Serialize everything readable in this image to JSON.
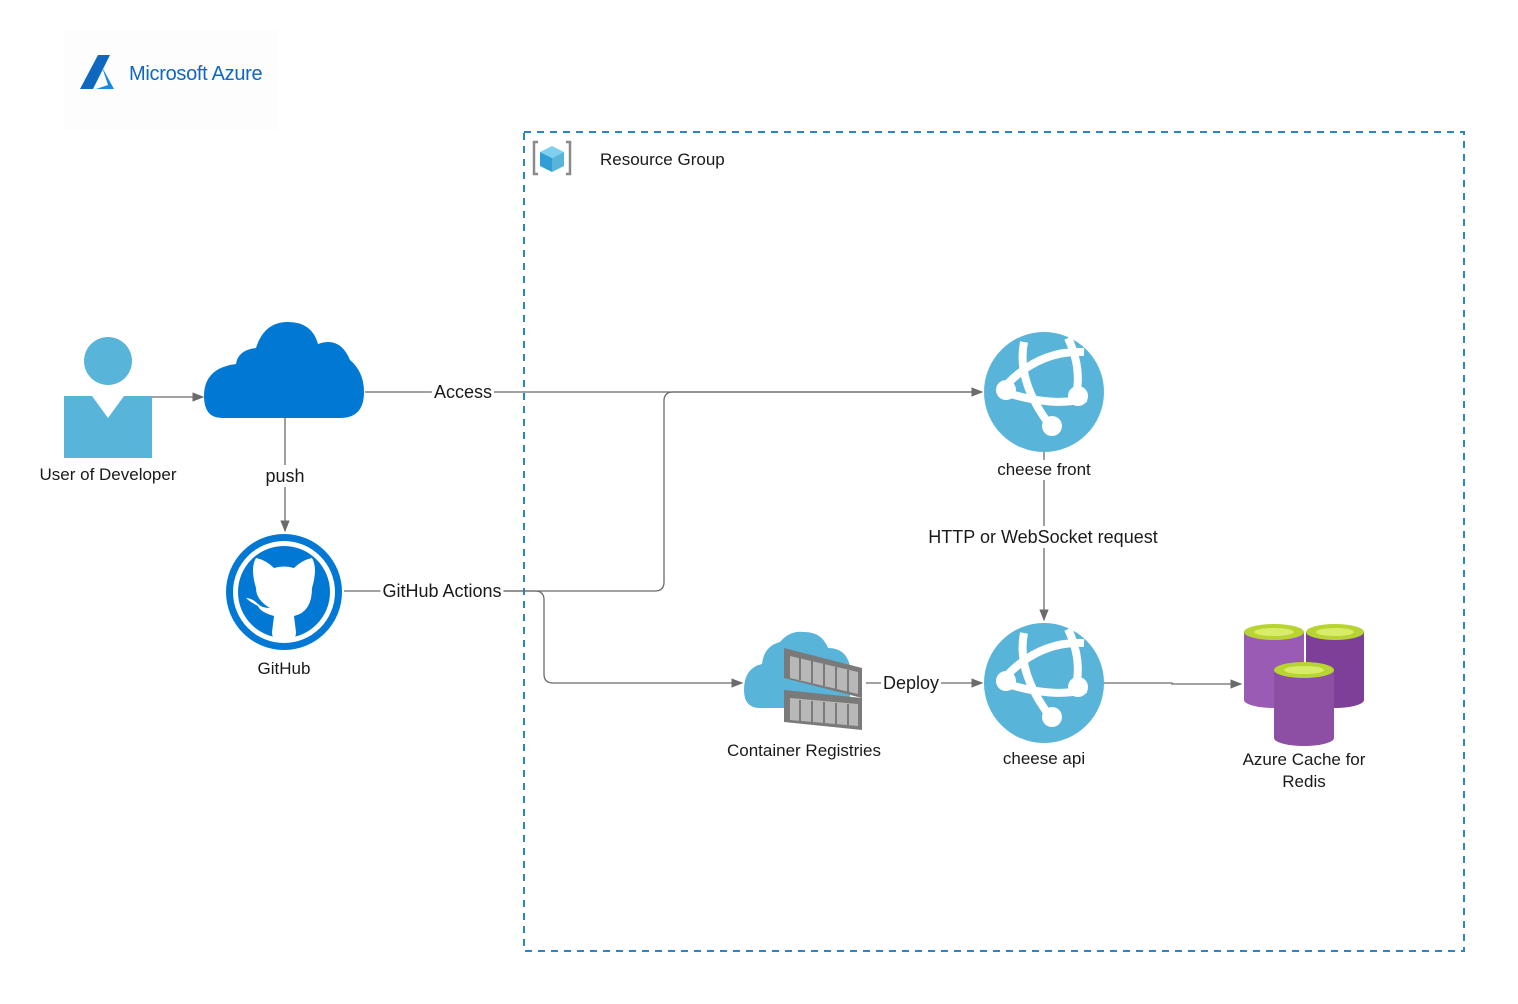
{
  "logo": {
    "text": "Microsoft Azure",
    "icon": "azure-logo-icon",
    "color": "#0f67c0"
  },
  "group": {
    "label": "Resource Group",
    "icon": "resource-group-icon",
    "border_color": "#2a86c8"
  },
  "nodes": {
    "user": {
      "label": "User of Developer",
      "icon": "user-icon"
    },
    "cloud": {
      "label": "",
      "icon": "cloud-icon"
    },
    "github": {
      "label": "GitHub",
      "icon": "github-icon"
    },
    "front": {
      "label": "cheese front",
      "icon": "app-service-icon"
    },
    "api": {
      "label": "cheese api",
      "icon": "app-service-icon"
    },
    "registry": {
      "label": "Container Registries",
      "icon": "container-registry-icon"
    },
    "redis": {
      "label_line1": "Azure Cache for",
      "label_line2": "Redis",
      "icon": "redis-cache-icon"
    }
  },
  "edges": {
    "push": "push",
    "access": "Access",
    "actions": "GitHub Actions",
    "deploy": "Deploy",
    "http": "HTTP or WebSocket request"
  },
  "colors": {
    "azure_blue": "#0078d4",
    "app_blue": "#59b4d9",
    "redis_purple": "#8c4fa3",
    "redis_top": "#b8d432",
    "line": "#6b6b6b"
  }
}
